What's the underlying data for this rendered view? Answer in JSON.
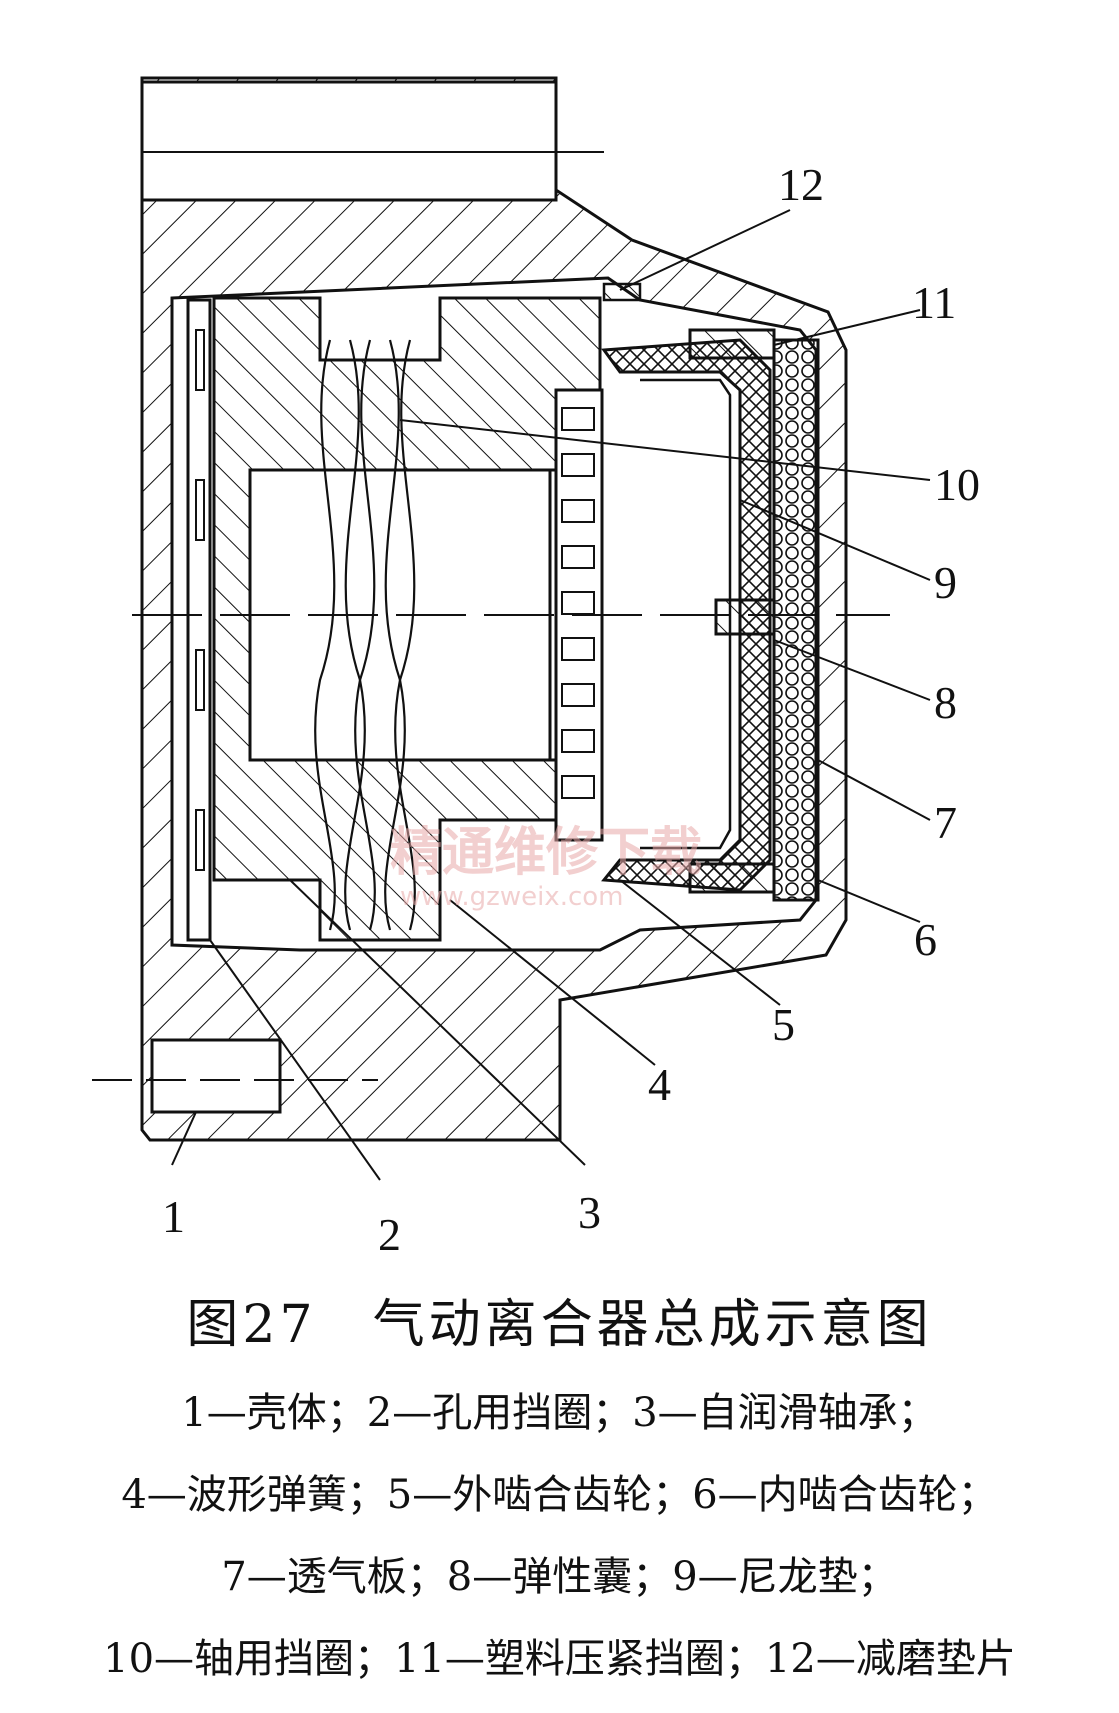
{
  "labels": {
    "l1": "1",
    "l2": "2",
    "l3": "3",
    "l4": "4",
    "l5": "5",
    "l6": "6",
    "l7": "7",
    "l8": "8",
    "l9": "9",
    "l10": "10",
    "l11": "11",
    "l12": "12"
  },
  "watermark": {
    "text": "精通维修下载",
    "url": "www.gzweix.com"
  },
  "caption": "图27　气动离合器总成示意图",
  "legend": [
    "1—壳体；2—孔用挡圈；3—自润滑轴承；",
    "4—波形弹簧；5—外啮合齿轮；6—内啮合齿轮；",
    "7—透气板；8—弹性囊；9—尼龙垫；",
    "10—轴用挡圈；11—塑料压紧挡圈；12—减磨垫片"
  ]
}
